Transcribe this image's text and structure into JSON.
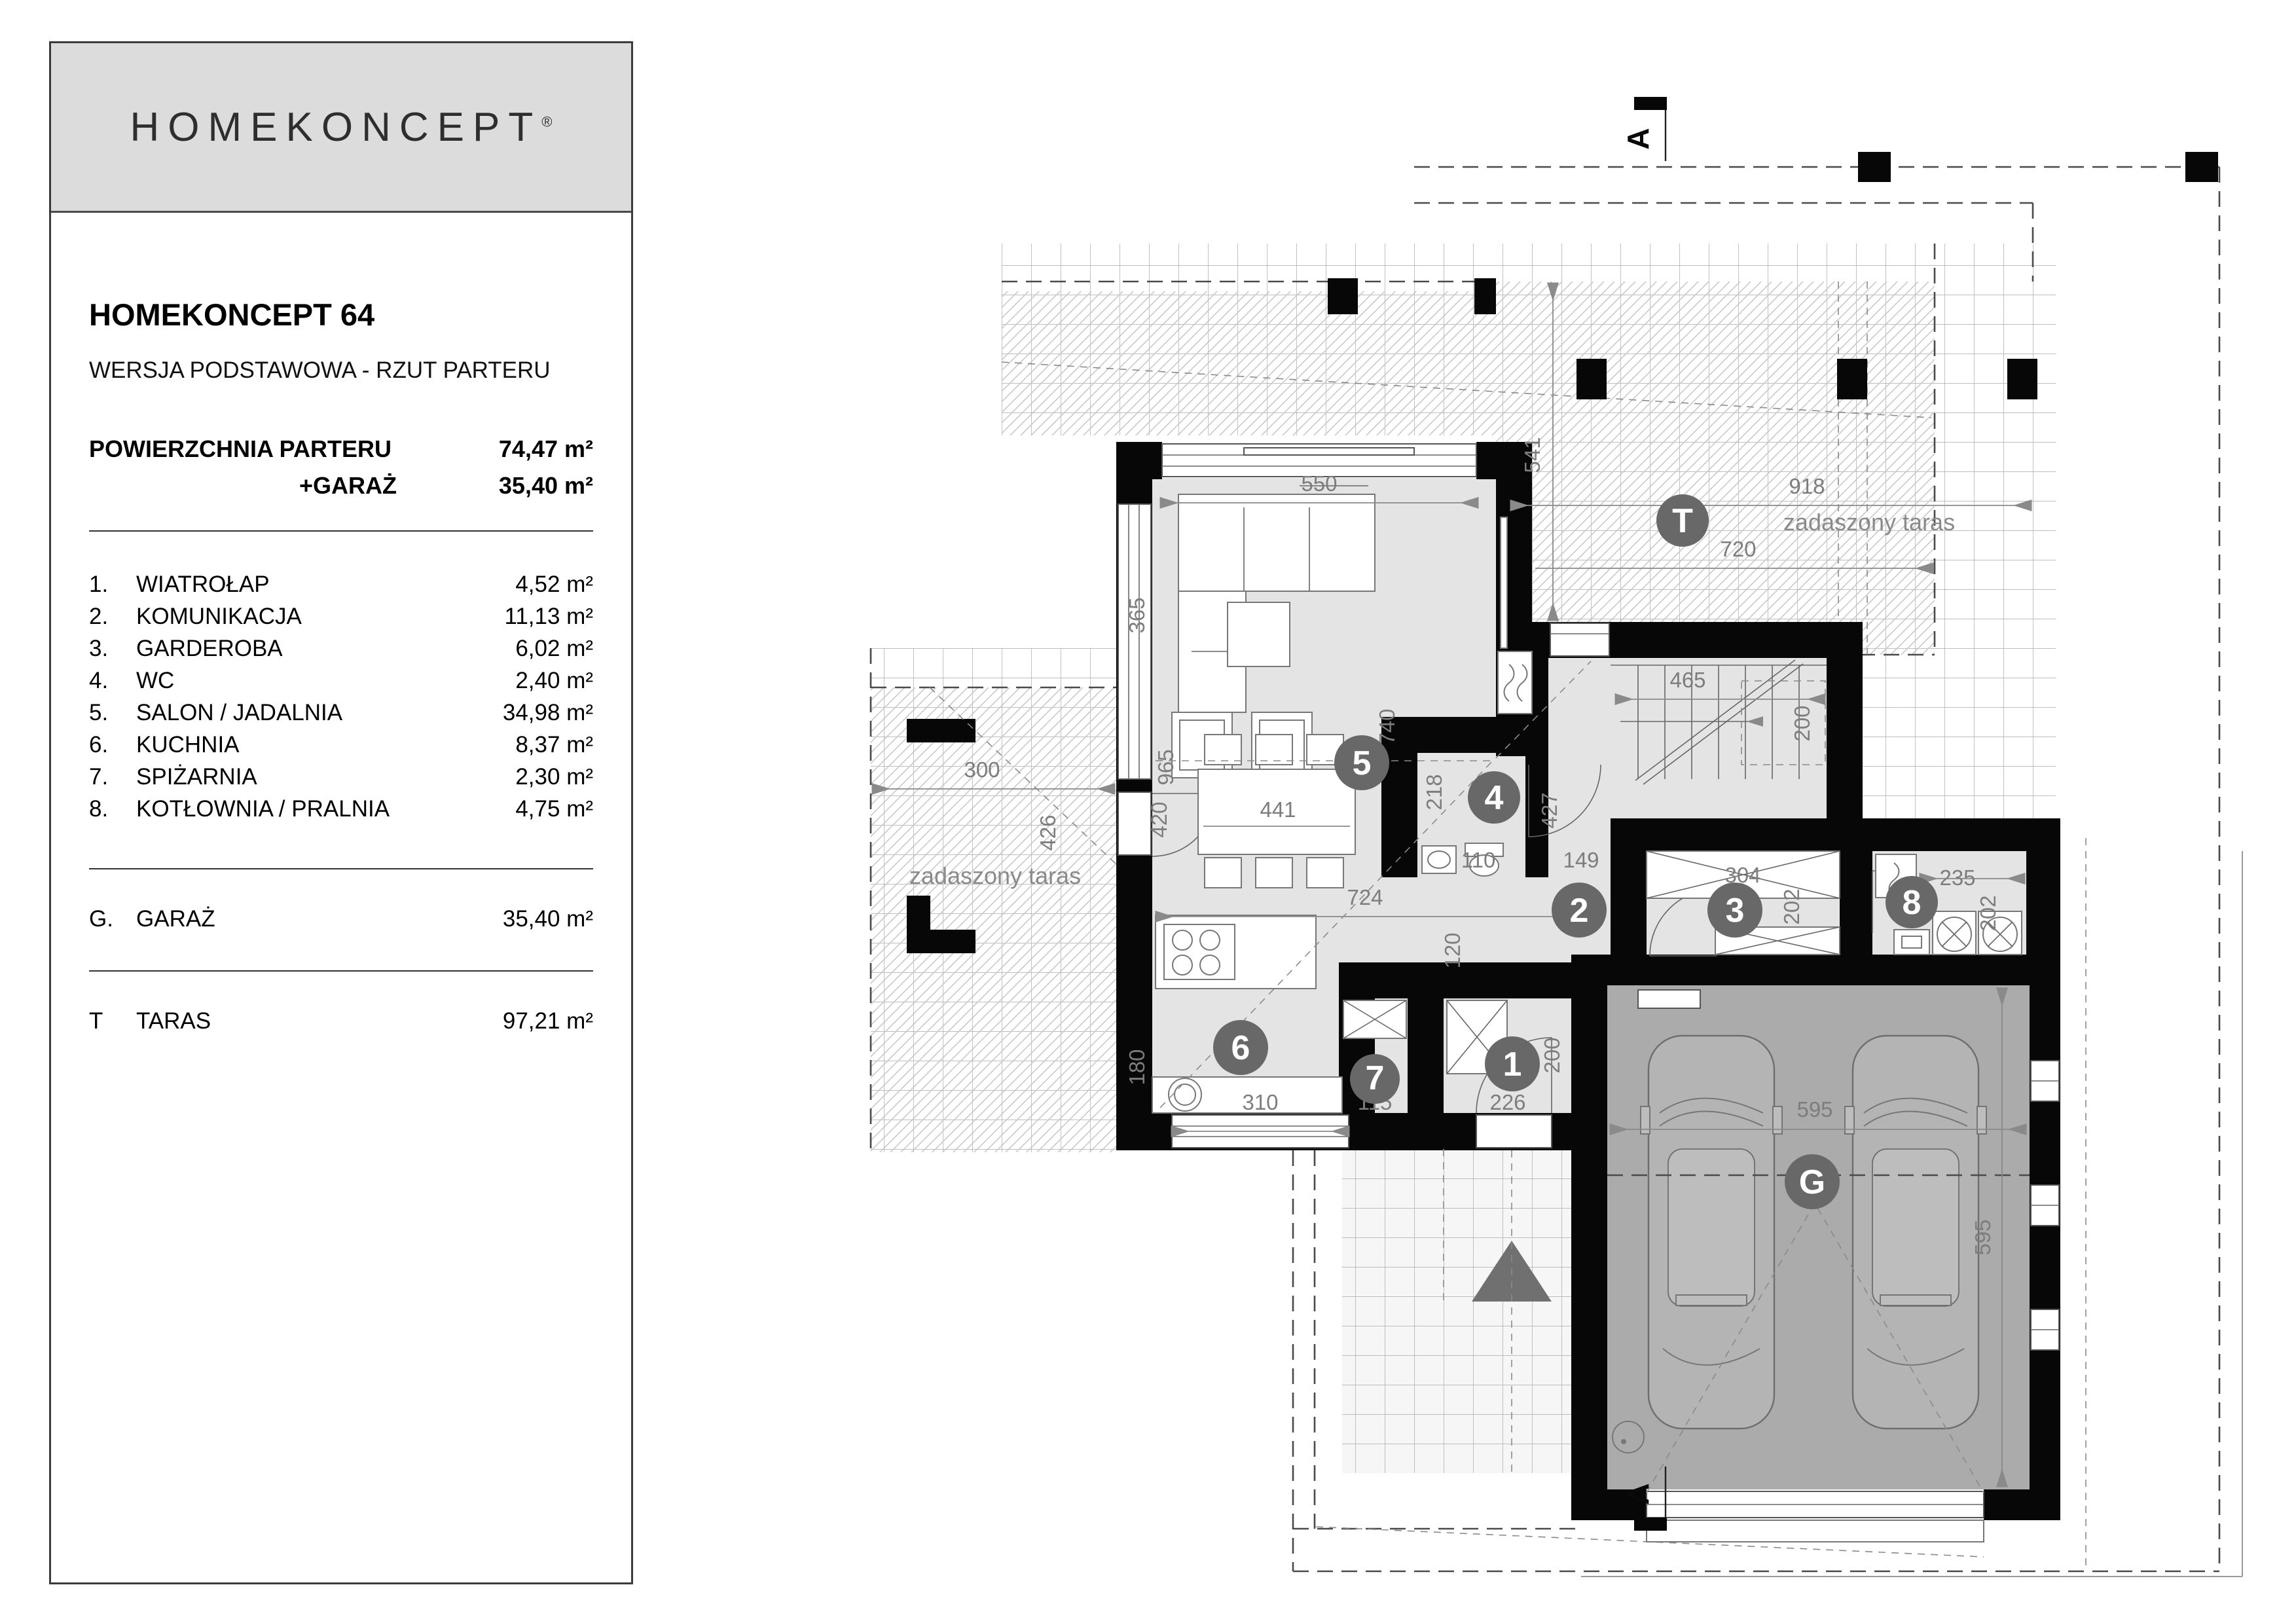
{
  "panel": {
    "logo": "HOMEKONCEPT",
    "logo_reg": "®",
    "title": "HOMEKONCEPT 64",
    "subtitle": "WERSJA  PODSTAWOWA   -   RZUT PARTERU",
    "area_rows": [
      {
        "label": "POWIERZCHNIA PARTERU",
        "value": "74,47 m²"
      },
      {
        "label": "+GARAŻ",
        "value": "35,40 m²"
      }
    ],
    "rooms": [
      {
        "num": "1.",
        "name": "WIATROŁAP",
        "area": "4,52 m²"
      },
      {
        "num": "2.",
        "name": "KOMUNIKACJA",
        "area": "11,13 m²"
      },
      {
        "num": "3.",
        "name": "GARDEROBA",
        "area": "6,02 m²"
      },
      {
        "num": "4.",
        "name": "WC",
        "area": "2,40 m²"
      },
      {
        "num": "5.",
        "name": "SALON / JADALNIA",
        "area": "34,98 m²"
      },
      {
        "num": "6.",
        "name": "KUCHNIA",
        "area": "8,37 m²"
      },
      {
        "num": "7.",
        "name": "SPIŻARNIA",
        "area": "2,30 m²"
      },
      {
        "num": "8.",
        "name": "KOTŁOWNIA / PRALNIA",
        "area": "4,75 m²"
      }
    ],
    "garage_row": {
      "num": "G.",
      "name": "GARAŻ",
      "area": "35,40 m²"
    },
    "taras_row": {
      "num": "T",
      "name": "TARAS",
      "area": "97,21 m²"
    }
  },
  "plan": {
    "markers": {
      "r1": "1",
      "r2": "2",
      "r3": "3",
      "r4": "4",
      "r5": "5",
      "r6": "6",
      "r7": "7",
      "r8": "8",
      "g": "G",
      "t": "T",
      "section": "A"
    },
    "dims": {
      "d550": "550",
      "d918": "918",
      "d541": "541",
      "d720": "720",
      "d365": "365",
      "d965": "965",
      "d740": "740",
      "d426": "426",
      "d420": "420",
      "d300": "300",
      "d441": "441",
      "d724": "724",
      "d218": "218",
      "d110": "110",
      "d149": "149",
      "d427": "427",
      "d120": "120",
      "d465": "465",
      "d200_stairs": "200",
      "d304": "304",
      "d202_3": "202",
      "d235": "235",
      "d202_8": "202",
      "d180": "180",
      "d310": "310",
      "d115": "115",
      "d226": "226",
      "d200_1": "200",
      "d595_h": "595",
      "d595_v": "595"
    },
    "labels": {
      "taras_left": "zadaszony taras",
      "taras_right": "zadaszony taras"
    }
  }
}
